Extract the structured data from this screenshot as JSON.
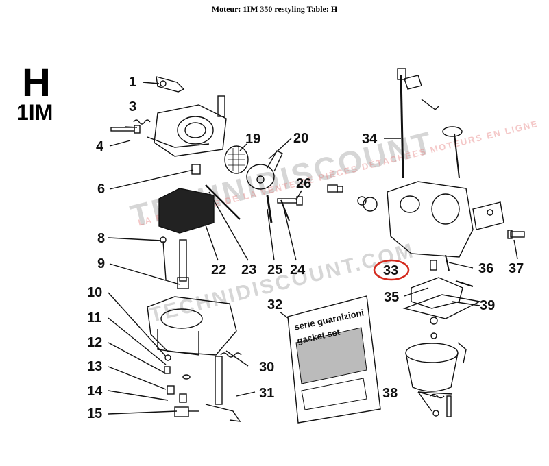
{
  "header": {
    "title": "Moteur: 1IM 350 restyling  Table: H"
  },
  "table_letter": "H",
  "engine_code": "1IM",
  "callouts": {
    "n1": "1",
    "n3": "3",
    "n4": "4",
    "n6": "6",
    "n8": "8",
    "n9": "9",
    "n10": "10",
    "n11": "11",
    "n12": "12",
    "n13": "13",
    "n14": "14",
    "n15": "15",
    "n19": "19",
    "n20": "20",
    "n22": "22",
    "n23": "23",
    "n24": "24",
    "n25": "25",
    "n26": "26",
    "n30": "30",
    "n31": "31",
    "n32": "32",
    "n33": "33",
    "n34": "34",
    "n35": "35",
    "n36": "36",
    "n37": "37",
    "n38": "38",
    "n39": "39"
  },
  "gasket_set": {
    "line1": "serie guarnizioni",
    "line2": "gasket set"
  },
  "watermark": {
    "main": "TECHNIDISCOUNT",
    "sub": "LA RÉFÉRENCE DE LA VENTE DE PIÈCES DÉTACHÉES MOTEURS EN LIGNE",
    "domain": "TECHNIDISCOUNT.COM"
  },
  "highlight_color": "#d42a1e"
}
